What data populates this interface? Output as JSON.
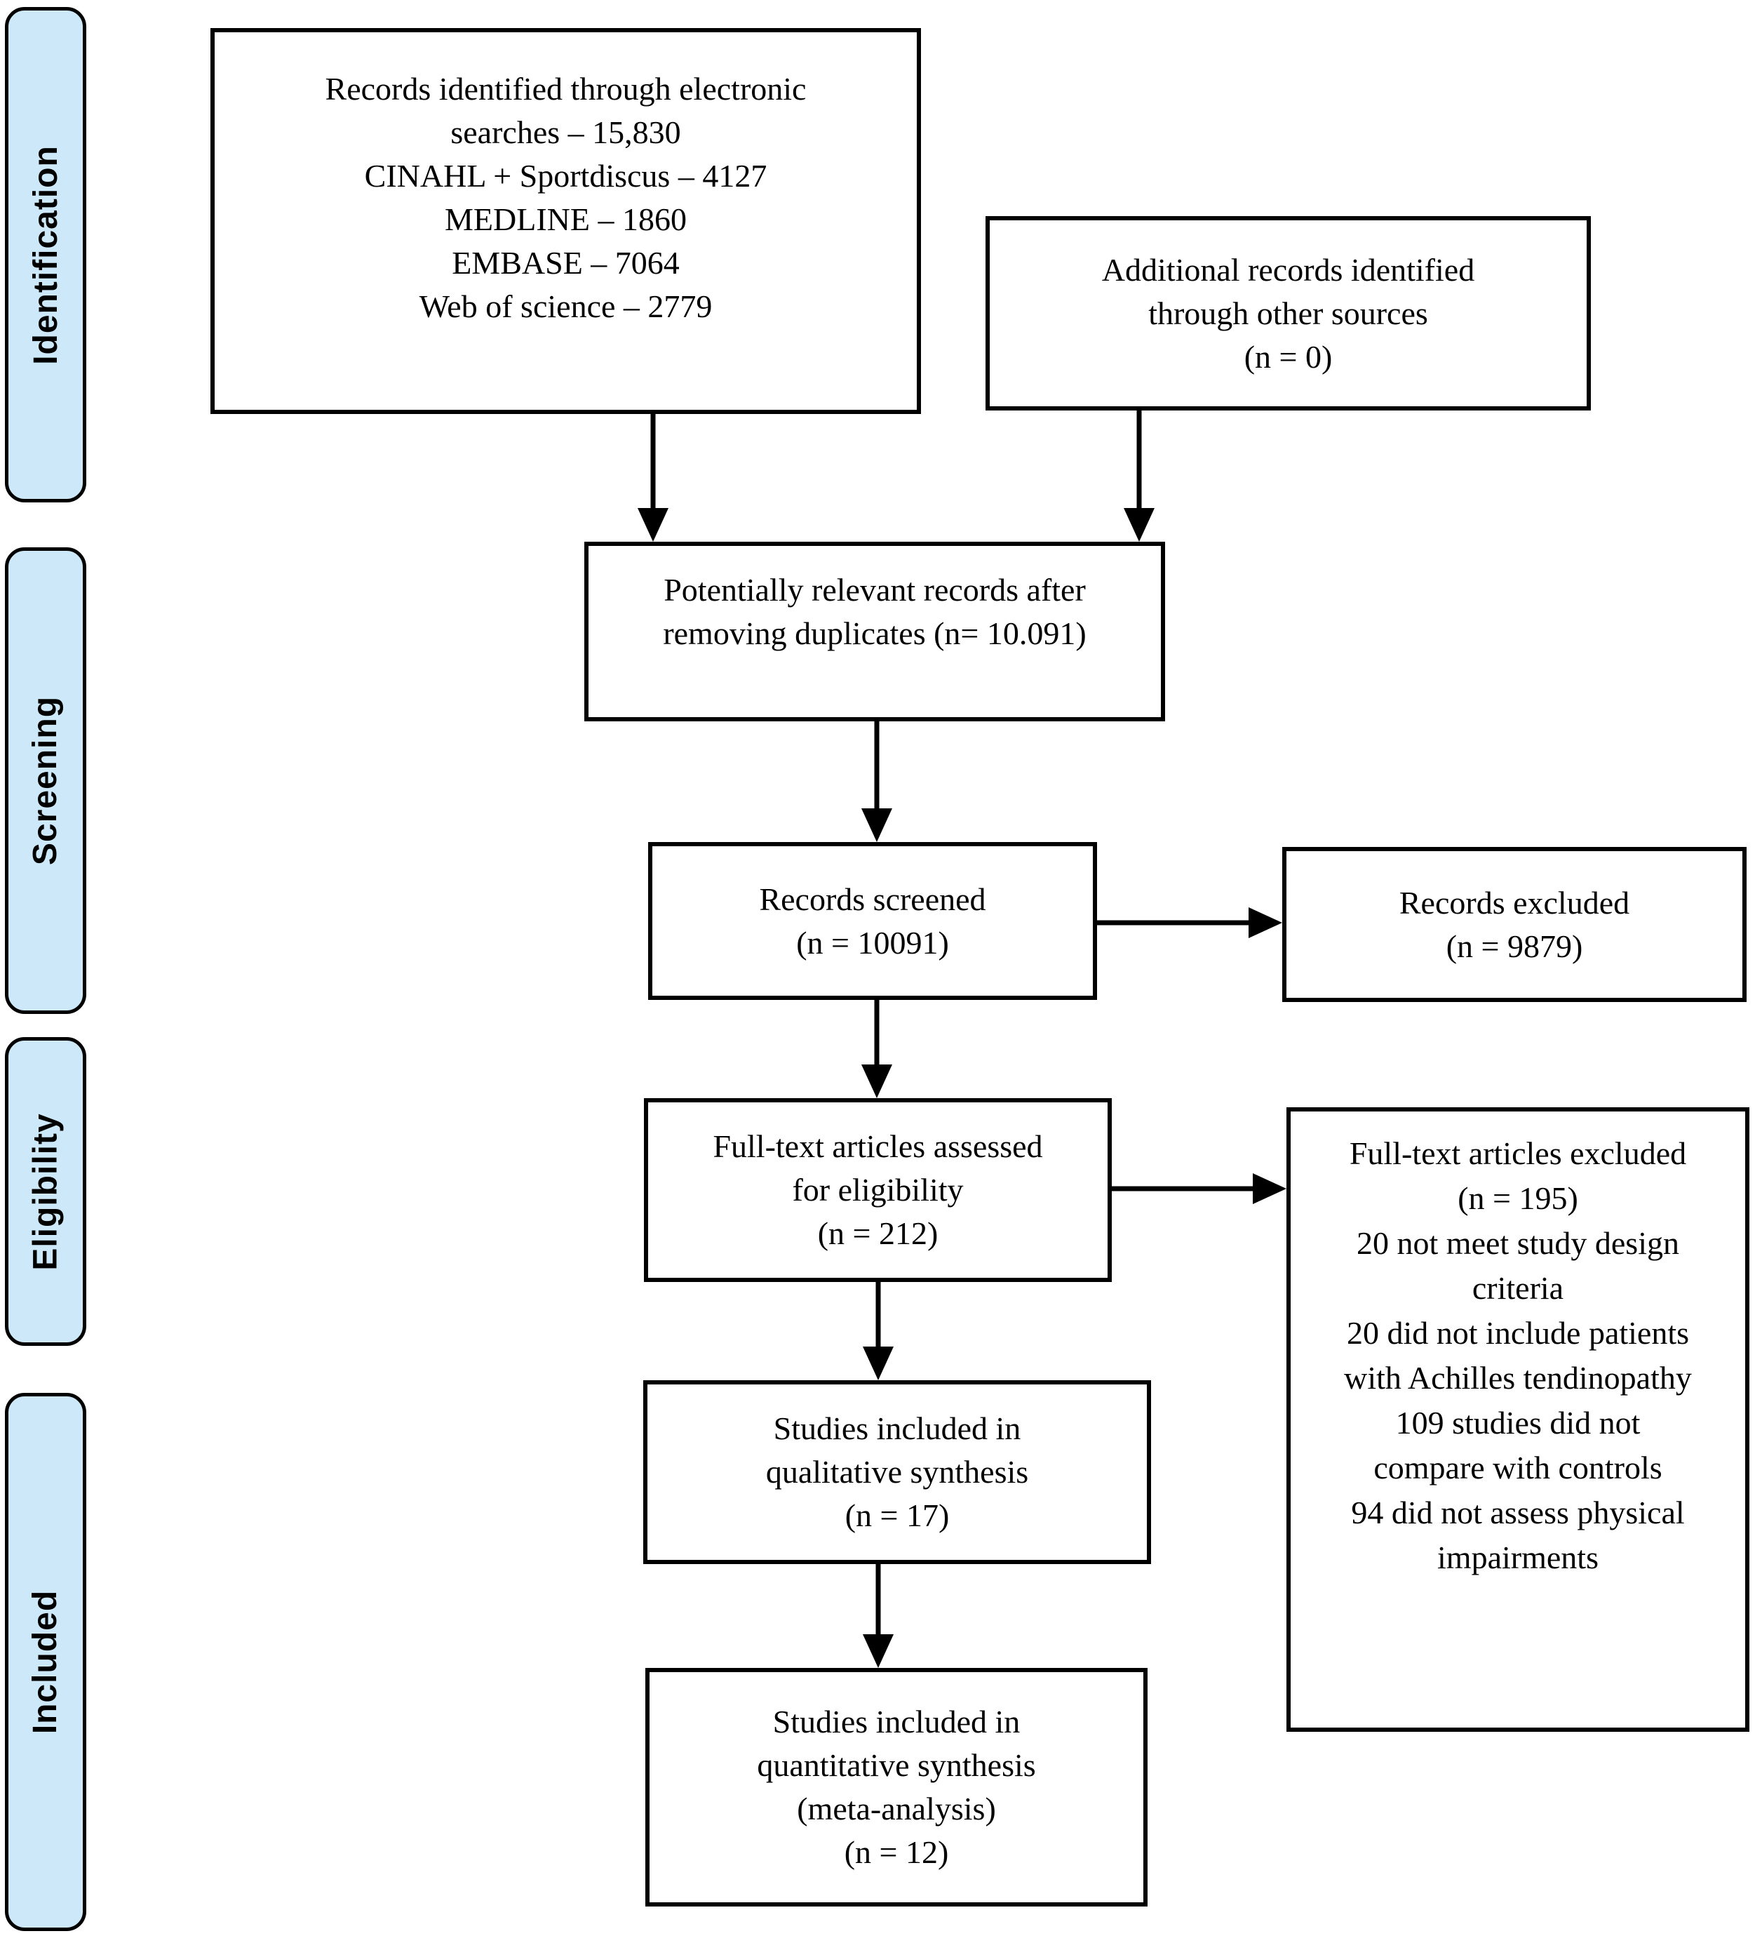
{
  "figure": {
    "kind": "PRISMA flow diagram",
    "background_color": "#ffffff",
    "stage_fill_color": "#cde9f9",
    "line_color": "#000000"
  },
  "sidebar": {
    "stages": [
      {
        "label": "Identification"
      },
      {
        "label": "Screening"
      },
      {
        "label": "Eligibility"
      },
      {
        "label": "Included"
      }
    ]
  },
  "boxes": {
    "records_identified": {
      "lines": [
        "Records identified through electronic",
        "searches – 15,830",
        "CINAHL + Sportdiscus – 4127",
        "MEDLINE – 1860",
        "EMBASE – 7064",
        "Web of science – 2779"
      ]
    },
    "additional_records": {
      "lines": [
        "Additional records identified",
        "through other sources",
        "(n = 0)"
      ]
    },
    "duplicates_removed": {
      "lines": [
        "Potentially relevant records after",
        "removing duplicates (n= 10.091)"
      ]
    },
    "records_screened": {
      "lines": [
        "Records screened",
        "(n = 10091)"
      ]
    },
    "records_excluded": {
      "lines": [
        "Records excluded",
        "(n = 9879)"
      ]
    },
    "fulltext_assessed": {
      "lines": [
        "Full-text articles assessed",
        "for eligibility",
        "(n = 212)"
      ]
    },
    "fulltext_excluded": {
      "lines": [
        "Full-text articles excluded",
        "(n = 195)",
        "20 not meet study design",
        "criteria",
        "20 did not include patients",
        "with Achilles tendinopathy",
        "109 studies did not",
        "compare with controls",
        "94 did not assess physical",
        "impairments"
      ]
    },
    "qualitative_synthesis": {
      "lines": [
        "Studies included in",
        "qualitative synthesis",
        "(n = 17)"
      ]
    },
    "quantitative_synthesis": {
      "lines": [
        "Studies included in",
        "quantitative synthesis",
        "(meta-analysis)",
        "(n = 12)"
      ]
    }
  }
}
